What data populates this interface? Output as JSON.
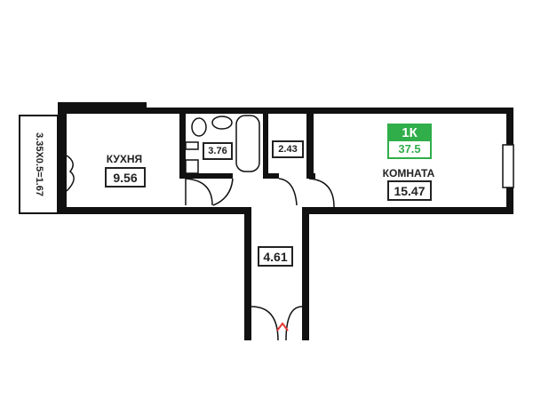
{
  "apartment": {
    "type": "1К",
    "total_area": "37.5"
  },
  "rooms": {
    "kitchen": {
      "name": "КУХНЯ",
      "area": "9.56"
    },
    "bathroom": {
      "area": "3.76"
    },
    "storage": {
      "area": "2.43"
    },
    "living_room": {
      "name": "КОМНАТА",
      "area": "15.47"
    },
    "hallway": {
      "area": "4.61"
    },
    "balcony": {
      "dimensions": "3.35X0.5=1.67"
    }
  },
  "colors": {
    "accent": "#2fae4a",
    "entrance": "#e53935",
    "wall": "#111111"
  }
}
